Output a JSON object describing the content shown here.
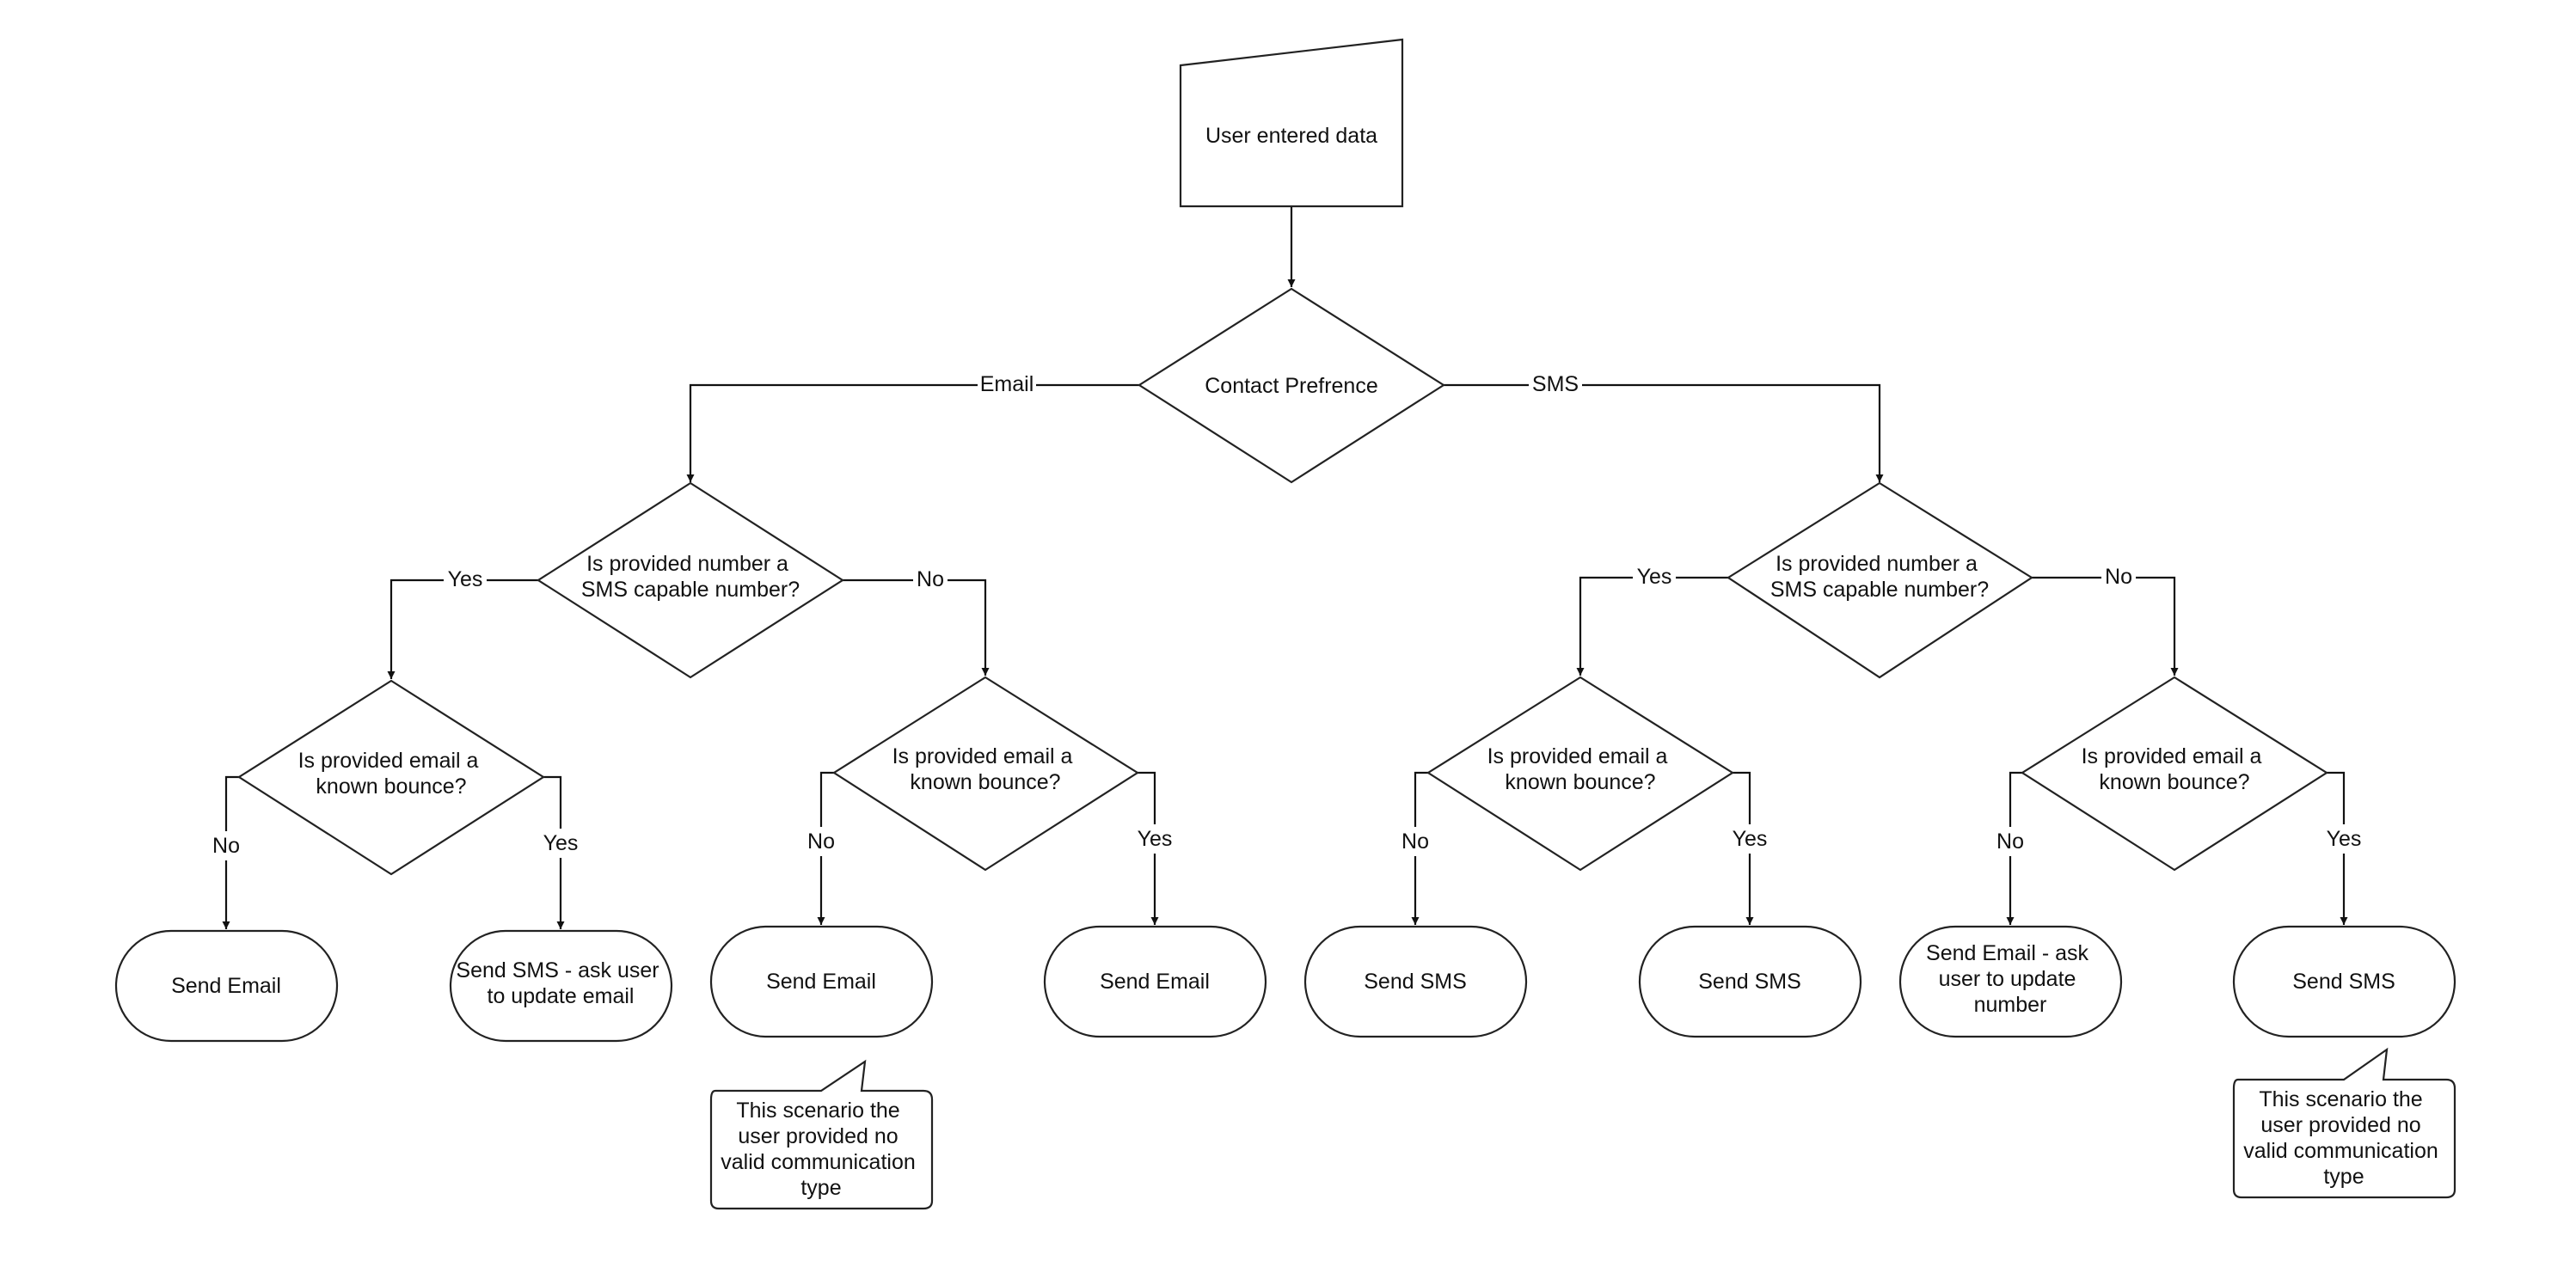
{
  "nodes": {
    "start": {
      "text": "User entered data"
    },
    "contact_pref": {
      "text": "Contact Prefrence"
    },
    "email_sms_check": {
      "lines": [
        "Is provided number a",
        "SMS capable number?"
      ]
    },
    "sms_sms_check": {
      "lines": [
        "Is provided number a",
        "SMS capable number?"
      ]
    },
    "bounce_1": {
      "lines": [
        "Is provided email a",
        "known bounce?"
      ]
    },
    "bounce_2": {
      "lines": [
        "Is provided email a",
        "known bounce?"
      ]
    },
    "bounce_3": {
      "lines": [
        "Is provided email a",
        "known bounce?"
      ]
    },
    "bounce_4": {
      "lines": [
        "Is provided email a",
        "known bounce?"
      ]
    },
    "out_1": {
      "lines": [
        "Send Email"
      ]
    },
    "out_2": {
      "lines": [
        "Send SMS - ask user",
        "to update email"
      ]
    },
    "out_3": {
      "lines": [
        "Send Email"
      ]
    },
    "out_4": {
      "lines": [
        "Send Email"
      ]
    },
    "out_5": {
      "lines": [
        "Send SMS"
      ]
    },
    "out_6": {
      "lines": [
        "Send SMS"
      ]
    },
    "out_7": {
      "lines": [
        "Send Email - ask",
        "user to update",
        "number"
      ]
    },
    "out_8": {
      "lines": [
        "Send SMS"
      ]
    },
    "note_1": {
      "lines": [
        "This scenario the",
        "user provided no",
        "valid communication",
        "type"
      ]
    },
    "note_2": {
      "lines": [
        "This scenario the",
        "user provided no",
        "valid communication",
        "type"
      ]
    }
  },
  "edge_labels": {
    "email": "Email",
    "sms": "SMS",
    "left_yes": "Yes",
    "left_no": "No",
    "right_yes": "Yes",
    "right_no": "No",
    "b1_no": "No",
    "b1_yes": "Yes",
    "b2_no": "No",
    "b2_yes": "Yes",
    "b3_no": "No",
    "b3_yes": "Yes",
    "b4_no": "No",
    "b4_yes": "Yes"
  }
}
